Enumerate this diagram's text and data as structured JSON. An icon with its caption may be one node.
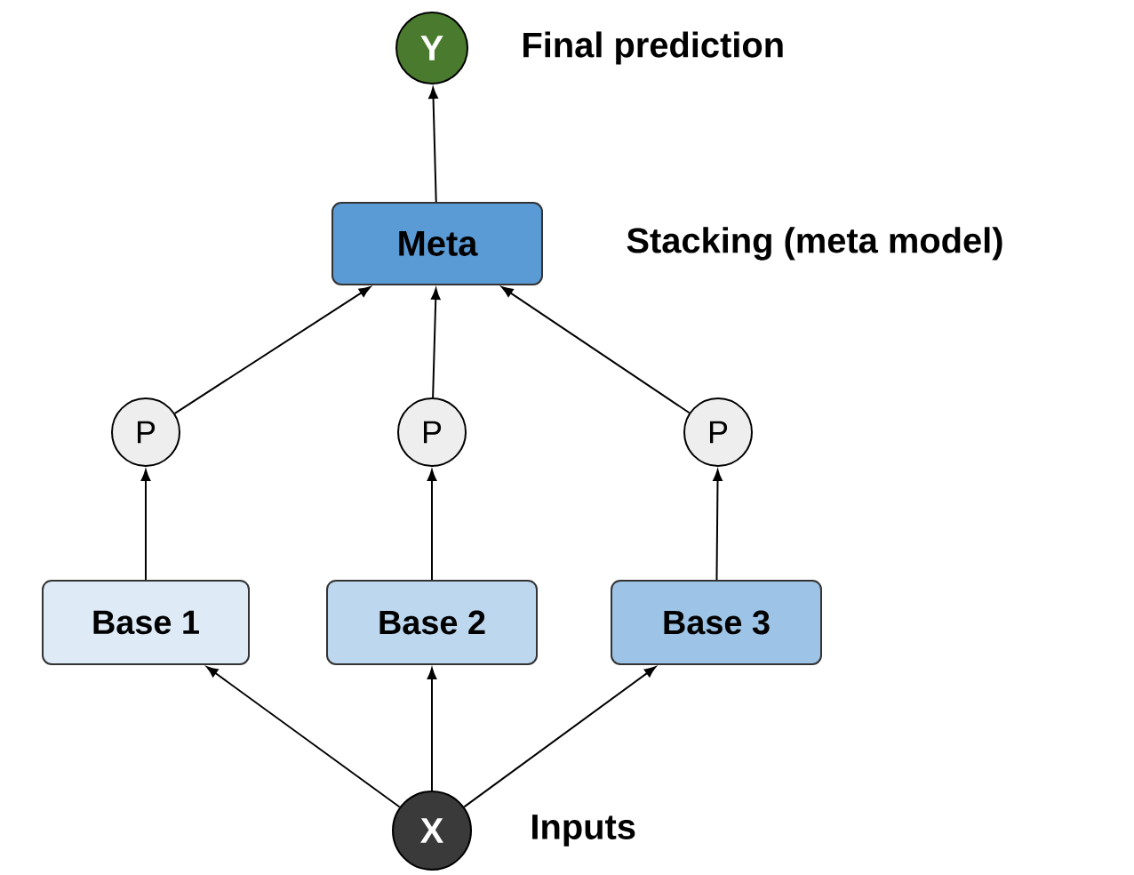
{
  "diagram": {
    "nodes": [
      {
        "text": [
          "Y"
        ],
        "beside": [
          "Final prediction"
        ]
      },
      {
        "text": [
          "Meta"
        ],
        "beside": [
          "Stacking (meta model)"
        ]
      },
      {
        "text": [
          "P"
        ]
      },
      {
        "text": [
          "P"
        ]
      },
      {
        "text": [
          "P"
        ]
      },
      {
        "text": [
          "Base 1"
        ]
      },
      {
        "text": [
          "Base 2"
        ]
      },
      {
        "text": [
          "Base 3"
        ]
      },
      {
        "text": [
          "X"
        ],
        "beside": [
          "Inputs"
        ]
      }
    ],
    "edges": [
      {
        "from": 8,
        "to": 5,
        "arrow": "to"
      },
      {
        "from": 8,
        "to": 6,
        "arrow": "to"
      },
      {
        "from": 8,
        "to": 7,
        "arrow": "to"
      },
      {
        "from": 5,
        "to": 2,
        "arrow": "to"
      },
      {
        "from": 6,
        "to": 3,
        "arrow": "to"
      },
      {
        "from": 7,
        "to": 4,
        "arrow": "to"
      },
      {
        "from": 2,
        "to": 1,
        "arrow": "to"
      },
      {
        "from": 3,
        "to": 1,
        "arrow": "to"
      },
      {
        "from": 4,
        "to": 1,
        "arrow": "to"
      },
      {
        "from": 1,
        "to": 0,
        "arrow": "to"
      }
    ]
  }
}
